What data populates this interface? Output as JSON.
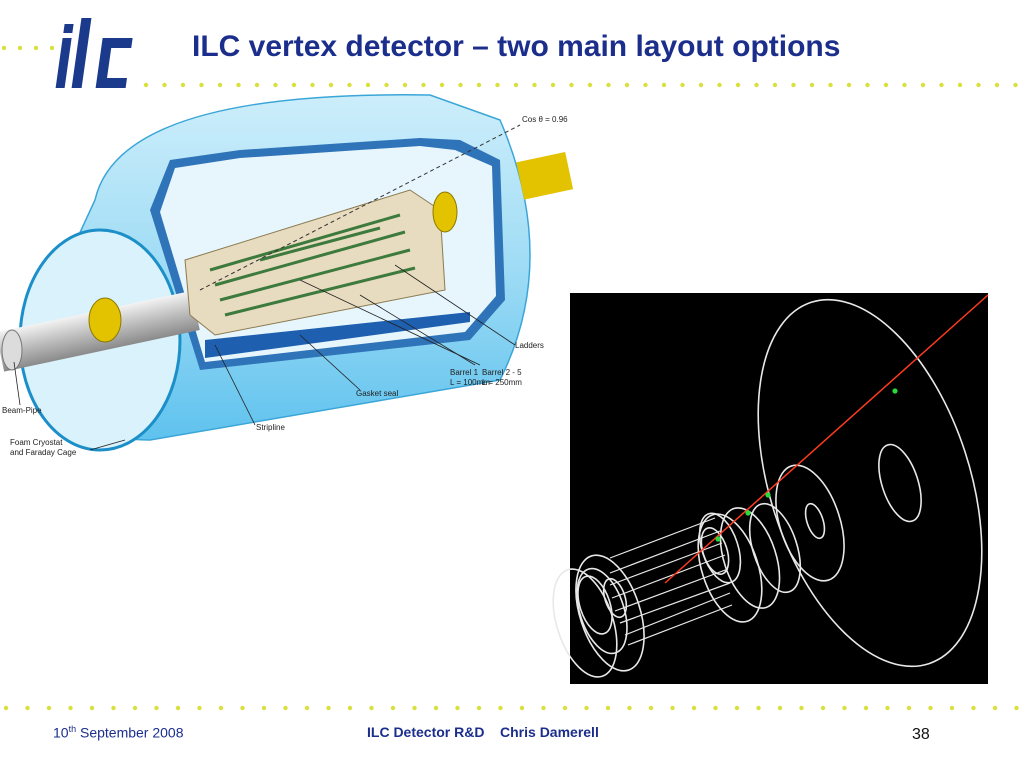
{
  "slide": {
    "title": "ILC vertex detector – two main layout options",
    "logo_text": "ilc",
    "colors": {
      "title": "#1b2e8c",
      "dots": "#d8e03a",
      "logo": "#1b3a8c"
    }
  },
  "diagram": {
    "labels": {
      "cos": "Cos θ = 0.96",
      "ladders": "Ladders",
      "barrel1_line1": "Barrel 1",
      "barrel1_line2": "L = 100mm",
      "barrel25_line1": "Barrel 2 - 5",
      "barrel25_line2": "L = 250mm",
      "gasket": "Gasket seal",
      "stripline": "Stripline",
      "beampipe": "Beam-Pipe",
      "foam1": "Foam Cryostat",
      "foam2": "and Faraday Cage"
    }
  },
  "footer": {
    "date_prefix": "10",
    "date_sup": "th",
    "date_rest": " September 2008",
    "center": "ILC Detector R&D    Chris Damerell",
    "page": "38"
  }
}
